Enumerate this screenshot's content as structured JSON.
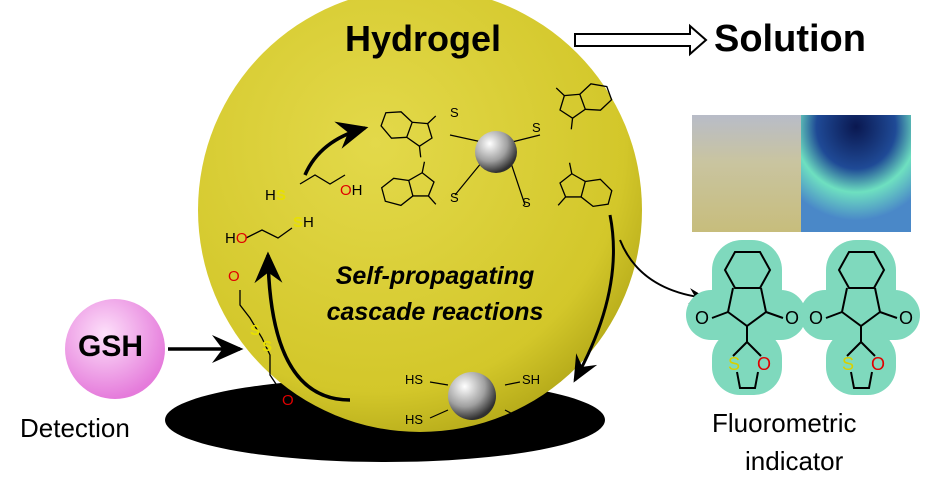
{
  "titles": {
    "hydrogel": "Hydrogel",
    "solution": "Solution"
  },
  "center_text": {
    "line1": "Self-propagating",
    "line2": "cascade reactions"
  },
  "gsh": {
    "label": "GSH",
    "caption": "Detection"
  },
  "indicator": {
    "line1": "Fluorometric",
    "line2": "indicator"
  },
  "atoms": {
    "O": "O",
    "S": "S",
    "HS": "HS",
    "SH": "SH",
    "OH": "OH",
    "HO": "HO",
    "H": "H"
  },
  "colors": {
    "hydrogel": "#d6cb2c",
    "gsh": "#ee8ee6",
    "fluor": "#7fd9bd",
    "sulfur": "#e8e000",
    "oxygen": "#e00000"
  }
}
